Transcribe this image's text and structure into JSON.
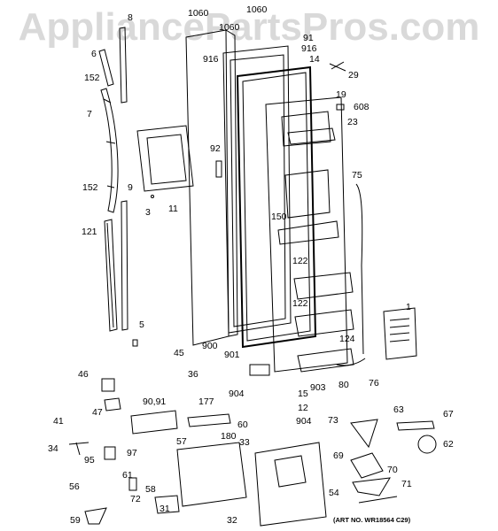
{
  "watermark": "AppliancePartsPros.com",
  "art_number": "(ART NO. WR18564 C29)",
  "part_labels": {
    "p1060a": "1060",
    "p1060b": "1060",
    "p1060c": "1060",
    "p8": "8",
    "p6": "6",
    "p152a": "152",
    "p152b": "152",
    "p7": "7",
    "p9": "9",
    "p3": "3",
    "p11": "11",
    "p121": "121",
    "p5": "5",
    "p92": "92",
    "p916a": "916",
    "p916b": "916",
    "p91": "91",
    "p14": "14",
    "p29": "29",
    "p19": "19",
    "p608": "608",
    "p23": "23",
    "p75": "75",
    "p150": "150",
    "p122a": "122",
    "p122b": "122",
    "p124": "124",
    "p1": "1",
    "p900": "900",
    "p901": "901",
    "p45": "45",
    "p36": "36",
    "p46": "46",
    "p904a": "904",
    "p15": "15",
    "p903": "903",
    "p80": "80",
    "p76": "76",
    "p90_91": "90,91",
    "p177": "177",
    "p12": "12",
    "p904b": "904",
    "p47": "47",
    "p60": "60",
    "p73": "73",
    "p63": "63",
    "p67": "67",
    "p41": "41",
    "p57": "57",
    "p180": "180",
    "p33": "33",
    "p62": "62",
    "p34": "34",
    "p95": "95",
    "p97": "97",
    "p69": "69",
    "p70": "70",
    "p56": "56",
    "p61": "61",
    "p58": "58",
    "p72": "72",
    "p54": "54",
    "p71": "71",
    "p31": "31",
    "p59": "59",
    "p32": "32"
  }
}
